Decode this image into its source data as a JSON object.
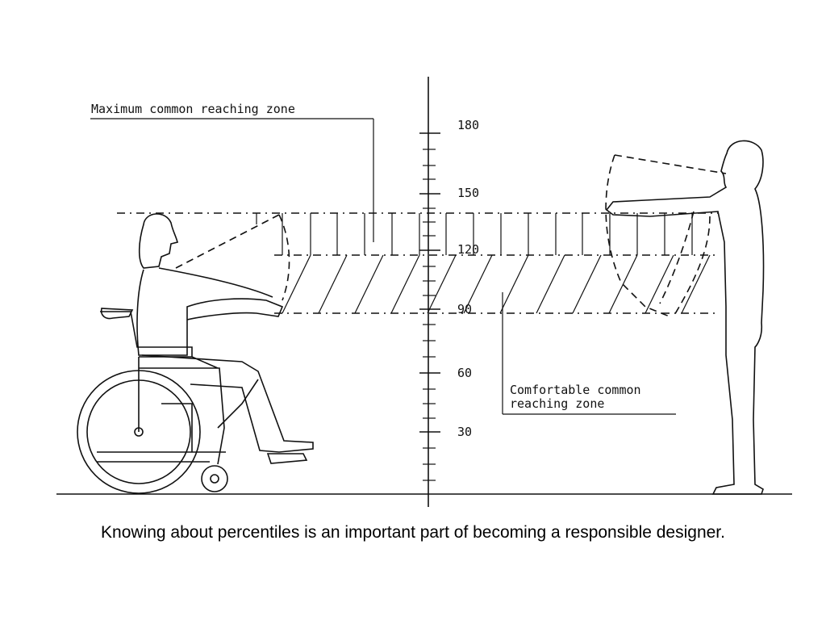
{
  "diagram": {
    "labels": {
      "max_zone": "Maximum common reaching zone",
      "comfortable_zone_line1": "Comfortable common",
      "comfortable_zone_line2": "reaching zone"
    },
    "scale_ticks": [
      "180",
      "150",
      "120",
      "90",
      "60",
      "30"
    ]
  },
  "caption": "Knowing about percentiles is an important part of becoming a responsible designer."
}
